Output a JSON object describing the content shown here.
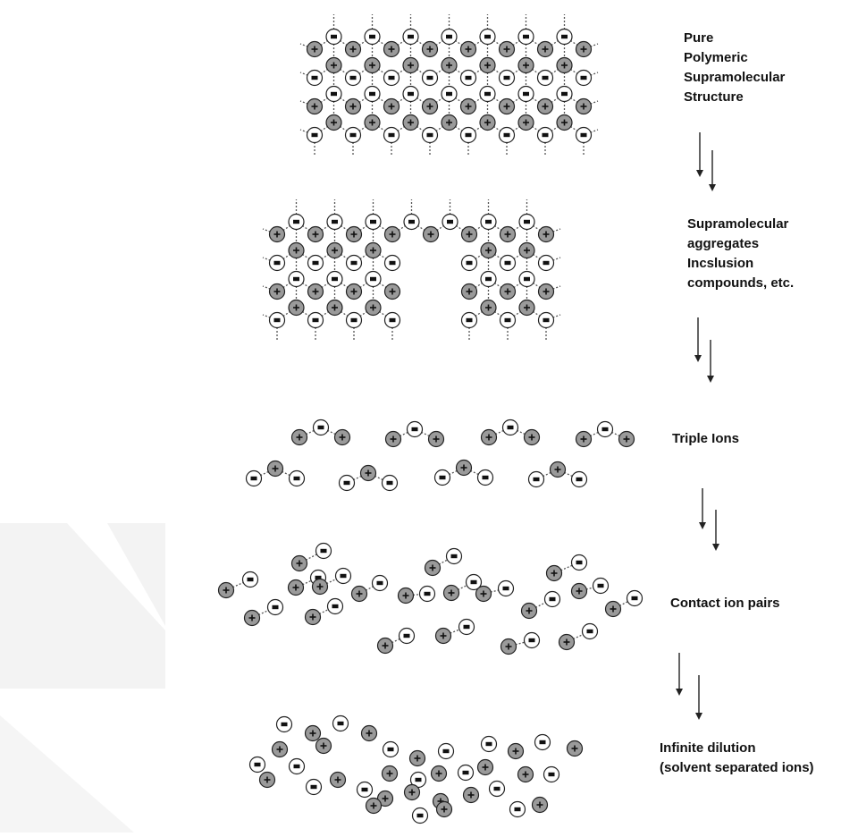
{
  "stages": [
    {
      "lines": [
        "Pure",
        "Polymeric",
        "Supramolecular",
        "Structure"
      ]
    },
    {
      "lines": [
        "Supramolecular",
        "aggregates",
        "Incslusion",
        "compounds, etc."
      ]
    },
    {
      "lines": [
        "Triple Ions"
      ]
    },
    {
      "lines": [
        "Contact ion pairs"
      ]
    },
    {
      "lines": [
        "Infinite dilution",
        "(solvent separated ions)"
      ]
    }
  ],
  "colors": {
    "cation_fill": "#9a9a9a",
    "anion_fill": "#ffffff",
    "stroke": "#222222",
    "watermark": "#eeeeee"
  },
  "icons": {
    "cation": "plus-ion-icon",
    "anion": "minus-ion-icon",
    "arrow": "down-arrow-icon"
  }
}
